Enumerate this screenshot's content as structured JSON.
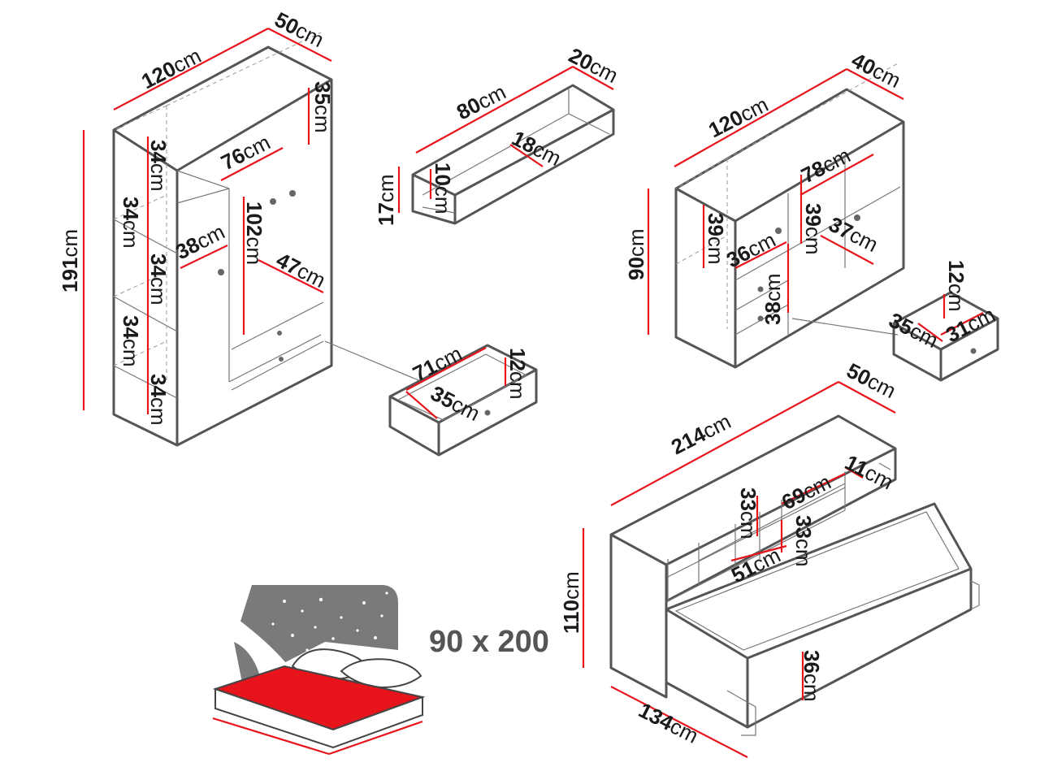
{
  "wardrobe": {
    "width": "120",
    "depth": "50",
    "height": "191",
    "top_shelf_h": "35",
    "inner_w": "76",
    "shelf_1": "34",
    "shelf_2": "34",
    "shelf_3": "34",
    "shelf_4": "34",
    "shelf_5": "34",
    "shelf_w": "38",
    "hang_h": "102",
    "hang_d": "47"
  },
  "wardrobe_drawer": {
    "width": "71",
    "height": "12",
    "depth": "35"
  },
  "wall_shelf": {
    "width": "80",
    "depth": "20",
    "height": "17",
    "inner_h": "10",
    "inner_d": "18"
  },
  "dresser": {
    "width": "120",
    "depth": "40",
    "height": "90",
    "inner_w": "78",
    "left_shelf_h": "39",
    "left_shelf_d": "36",
    "mid_h": "39",
    "mid_d": "37",
    "drawer_zone_h": "38"
  },
  "dresser_drawer": {
    "height": "12",
    "width": "35",
    "depth": "31"
  },
  "wall_bed": {
    "width": "214",
    "depth": "50",
    "height": "110",
    "bed_depth": "134",
    "niche_w": "69",
    "niche_d": "11",
    "niche_h1": "33",
    "niche_h2": "33",
    "shelf_w": "51",
    "frame_h": "36"
  },
  "unit": "cm",
  "mattress_size": "90 x 200",
  "colors": {
    "dimension_line": "#e8141b",
    "outline": "#555555",
    "mattress": "#e8141b",
    "night_sky": "#7a7a7a"
  }
}
